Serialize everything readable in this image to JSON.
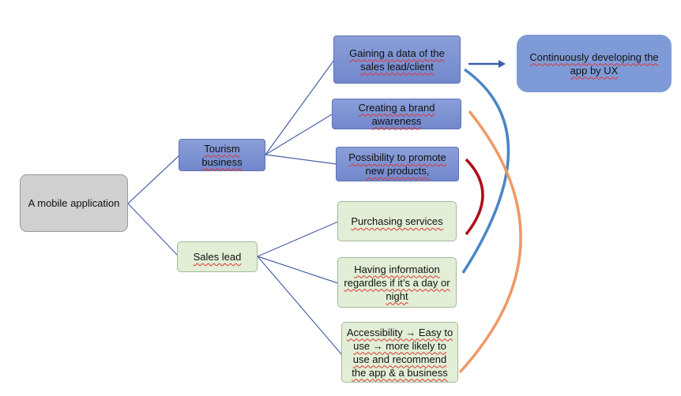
{
  "diagram": {
    "root": {
      "label": "A mobile application"
    },
    "branches": [
      {
        "label": "Tourism business",
        "children": [
          {
            "label": "Gaining a data of the sales lead/client"
          },
          {
            "label": "Creating a brand awareness"
          },
          {
            "label": "Possibility to promote new products,"
          }
        ]
      },
      {
        "label": "Sales lead",
        "children": [
          {
            "label": "Purchasing services"
          },
          {
            "label": "Having information regardles if it’s a day or night"
          },
          {
            "label": "Accessibility → Easy to use → more likely to use and recommend the app & a business"
          }
        ]
      }
    ],
    "outcome": {
      "label": "Continuously developing the app by UX"
    },
    "arrow": {
      "from": "Gaining a data of the sales lead/client",
      "to": "Continuously developing the app by UX"
    },
    "links": [
      {
        "from": "Possibility to promote new products,",
        "to": "Purchasing services",
        "color": "#b00d17"
      },
      {
        "from": "Gaining a data of the sales lead/client",
        "to": "Having information regardles if it’s a day or night",
        "color": "#4a86c8"
      },
      {
        "from": "Creating a brand awareness",
        "to": "Accessibility → Easy to use → more likely to use and recommend the app & a business",
        "color": "#ee9a66"
      }
    ],
    "colors": {
      "connector": "#4a62a8",
      "root_fill": "#d0d0d0",
      "business_fill": "#7f93d2",
      "sales_fill": "#e2eed6",
      "outcome_fill": "#7f9bd7"
    }
  }
}
